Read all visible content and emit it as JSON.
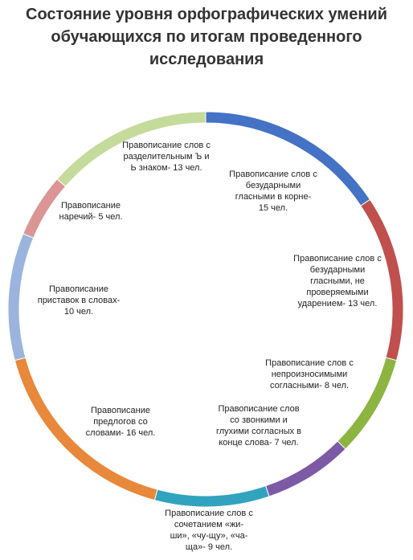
{
  "chart_data": {
    "type": "pie",
    "style": "ring",
    "title_lines": [
      "Состояние уровня орфографических умений",
      "обучающихся по итогам проведенного",
      "исследования"
    ],
    "start_angle_deg": 0,
    "direction": "clockwise",
    "slices": [
      {
        "value": 15,
        "color": "#4472C4",
        "label_lines": [
          "Правописание слов с",
          "безударными",
          "гласными в корне-",
          "15 чел."
        ]
      },
      {
        "value": 13,
        "color": "#C0504D",
        "label_lines": [
          "Правописание слов с",
          "безударными",
          "гласными, не",
          "проверяемыми",
          "ударением- 13 чел."
        ]
      },
      {
        "value": 8,
        "color": "#8CB441",
        "label_lines": [
          "Правописание слов с",
          "непроизносимыми",
          "согласными- 8 чел."
        ]
      },
      {
        "value": 7,
        "color": "#7C5AA6",
        "label_lines": [
          "Правописание слов",
          "со звонкими и",
          "глухими согласных в",
          "конце слова- 7 чел."
        ]
      },
      {
        "value": 9,
        "color": "#31A3BE",
        "label_lines": [
          "Правописание слов с",
          "сочетанием «жи-",
          "ши», «чу-щу», «ча-",
          "ща»- 9 чел."
        ]
      },
      {
        "value": 16,
        "color": "#E8883A",
        "label_lines": [
          "Правописание",
          "предлогов со",
          "словами- 16 чел."
        ]
      },
      {
        "value": 10,
        "color": "#9BB4DD",
        "label_lines": [
          "Правописание",
          "приставок в словах-",
          "10 чел."
        ]
      },
      {
        "value": 5,
        "color": "#DA9594",
        "label_lines": [
          "Правописание",
          "наречий- 5 чел."
        ]
      },
      {
        "value": 13,
        "color": "#C5DB9B",
        "label_lines": [
          "Правописание слов с",
          "разделительным Ъ и",
          "Ь знаком- 13 чел."
        ]
      }
    ]
  }
}
